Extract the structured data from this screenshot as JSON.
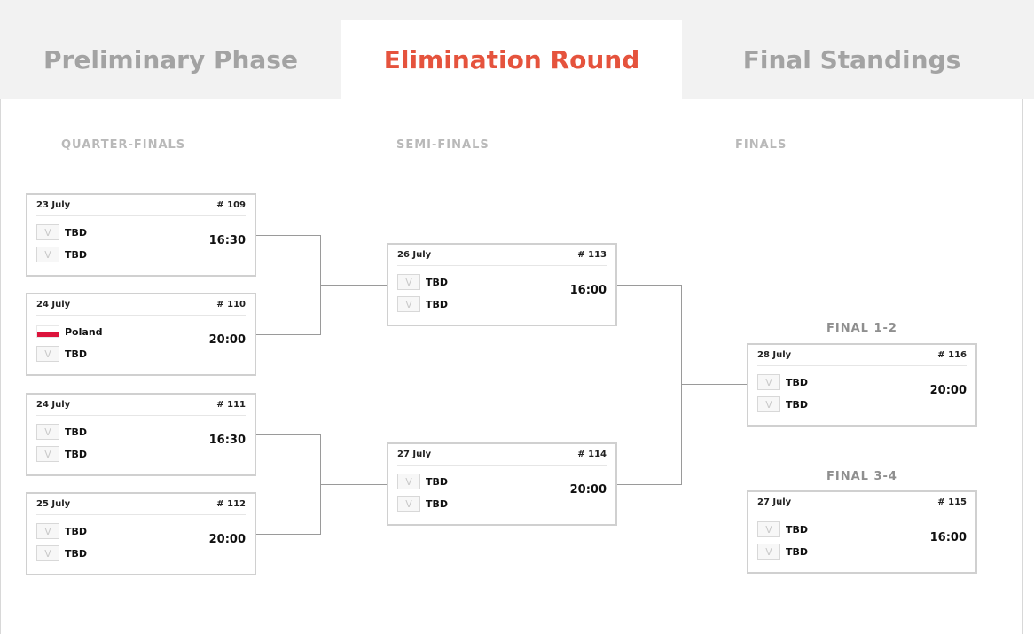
{
  "tabs": [
    {
      "label": "Preliminary Phase",
      "active": false
    },
    {
      "label": "Elimination Round",
      "active": true
    },
    {
      "label": "Final Standings",
      "active": false
    }
  ],
  "columns": {
    "quarter": "QUARTER-FINALS",
    "semi": "SEMI-FINALS",
    "finals": "FINALS"
  },
  "final_labels": {
    "final_12": "FINAL 1-2",
    "final_34": "FINAL 3-4"
  },
  "matches": {
    "m109": {
      "date": "23 July",
      "number": "# 109",
      "time": "16:30",
      "team1": "TBD",
      "team2": "TBD"
    },
    "m110": {
      "date": "24 July",
      "number": "# 110",
      "time": "20:00",
      "team1": "Poland",
      "team2": "TBD"
    },
    "m111": {
      "date": "24 July",
      "number": "# 111",
      "time": "16:30",
      "team1": "TBD",
      "team2": "TBD"
    },
    "m112": {
      "date": "25 July",
      "number": "# 112",
      "time": "20:00",
      "team1": "TBD",
      "team2": "TBD"
    },
    "m113": {
      "date": "26 July",
      "number": "# 113",
      "time": "16:00",
      "team1": "TBD",
      "team2": "TBD"
    },
    "m114": {
      "date": "27 July",
      "number": "# 114",
      "time": "20:00",
      "team1": "TBD",
      "team2": "TBD"
    },
    "m116": {
      "date": "28 July",
      "number": "# 116",
      "time": "20:00",
      "team1": "TBD",
      "team2": "TBD"
    },
    "m115": {
      "date": "27 July",
      "number": "# 115",
      "time": "16:00",
      "team1": "TBD",
      "team2": "TBD"
    }
  },
  "icons": {
    "team_placeholder": "v-shield-icon",
    "poland_flag": "poland-flag-icon"
  },
  "colors": {
    "accent": "#e5533d",
    "tab_inactive": "#a3a3a3",
    "tab_bar_bg": "#f2f2f2",
    "card_border": "#d0d0d0",
    "poland_red": "#dc143c"
  }
}
